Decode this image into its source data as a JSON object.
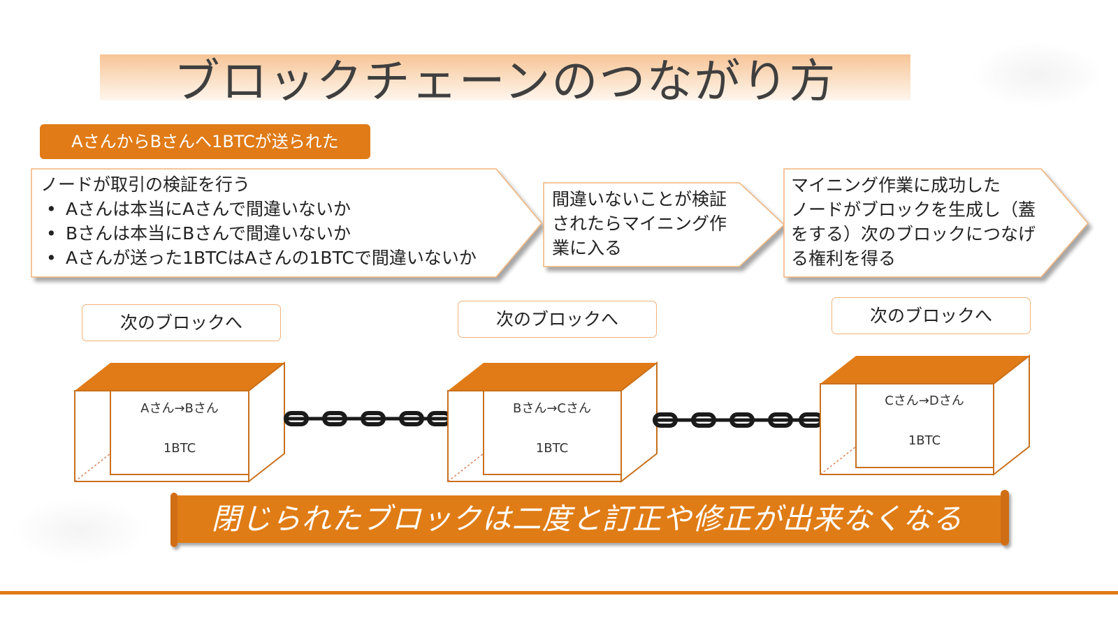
{
  "title": "ブロックチェーンのつながり方",
  "transaction_label": "AさんからBさんへ1BTCが送られた",
  "steps": [
    {
      "lines": [
        "ノードが取引の検証を行う"
      ],
      "bullets": [
        "Aさんは本当にAさんで間違いないか",
        "Bさんは本当にBさんで間違いないか",
        "Aさんが送った1BTCはAさんの1BTCで間違いないか"
      ]
    },
    {
      "lines": [
        "間違いないことが検証",
        "されたらマイニング作",
        "業に入る"
      ]
    },
    {
      "lines": [
        "マイニング作業に成功した",
        "ノードがブロックを生成し（蓋",
        "をする）次のブロックにつなげ",
        "る権利を得る"
      ]
    }
  ],
  "next_block_label": "次のブロックへ",
  "blocks": [
    {
      "transfer": "Aさん→Bさん",
      "amount": "1BTC"
    },
    {
      "transfer": "Bさん→Cさん",
      "amount": "1BTC"
    },
    {
      "transfer": "Cさん→Dさん",
      "amount": "1BTC"
    }
  ],
  "banner": "閉じられたブロックは二度と訂正や修正が出来なくなる",
  "colors": {
    "accent": "#e07b17",
    "border": "#c8701c",
    "text": "#222222"
  }
}
